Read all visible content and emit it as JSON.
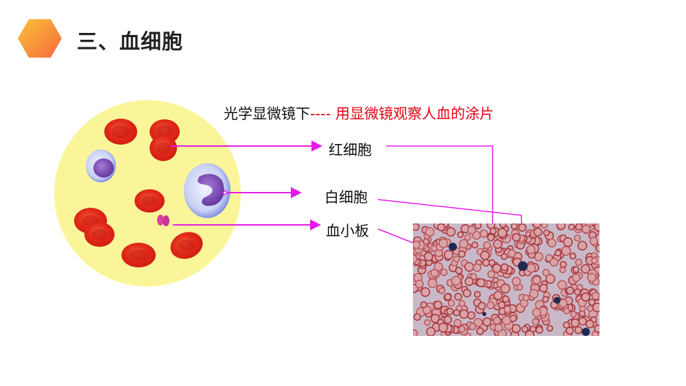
{
  "header": {
    "title": "三、血细胞",
    "accent_colors": [
      "#f7b733",
      "#f77b3a"
    ]
  },
  "diagram": {
    "subtitle_black": "光学显微镜下",
    "subtitle_red": "---- 用显微镜观察人血的涂片",
    "labels": {
      "red_cell": "红细胞",
      "white_cell": "白细胞",
      "platelet": "血小板"
    },
    "colors": {
      "arrow": "#e619e6",
      "circle_fill": "#fbf59a",
      "red_cell": "#e8291c",
      "subtitle_red": "#e60012"
    }
  }
}
